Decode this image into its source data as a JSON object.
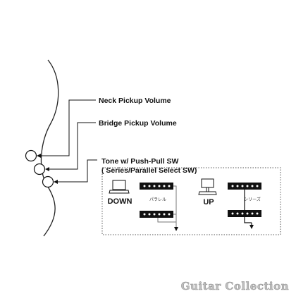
{
  "labels": {
    "neck": "Neck Pickup Volume",
    "bridge": "Bridge Pickup Volume",
    "tone_line1": "Tone w/ Push-Pull SW",
    "tone_line2": "( Series/Parallel Select SW)"
  },
  "switch_modes": {
    "down": {
      "label": "DOWN",
      "wiring": "パラレル"
    },
    "up": {
      "label": "UP",
      "wiring": "シリーズ"
    }
  },
  "watermark": "Guitar Collection",
  "colors": {
    "line": "#111111",
    "knob_fill": "#ffffff",
    "watermark": "#bfbfbf"
  }
}
